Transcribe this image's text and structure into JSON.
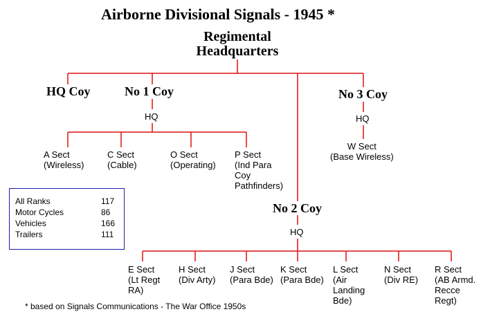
{
  "title": "Airborne Divisional Signals - 1945 *",
  "root": {
    "label": "Regimental\nHeadquarters"
  },
  "hq_coy": {
    "label": "HQ Coy"
  },
  "no1": {
    "label": "No 1 Coy",
    "hq": "HQ",
    "sections": [
      {
        "label": "A Sect\n(Wireless)"
      },
      {
        "label": "C Sect\n(Cable)"
      },
      {
        "label": "O Sect\n(Operating)"
      },
      {
        "label": "P Sect\n(Ind Para\nCoy\nPathfinders)"
      }
    ]
  },
  "no3": {
    "label": "No 3 Coy",
    "hq": "HQ",
    "sections": [
      {
        "label": "W Sect\n(Base Wireless)"
      }
    ]
  },
  "no2": {
    "label": "No 2 Coy",
    "hq": "HQ",
    "sections": [
      {
        "label": "E Sect\n(Lt Regt\nRA)"
      },
      {
        "label": "H Sect\n(Div Arty)"
      },
      {
        "label": "J Sect\n(Para Bde)"
      },
      {
        "label": "K Sect\n(Para Bde)"
      },
      {
        "label": "L Sect\n(Air\nLanding\nBde)"
      },
      {
        "label": "N Sect\n(Div RE)"
      },
      {
        "label": "R Sect\n(AB Armd.\nRecce\nRegt)"
      }
    ]
  },
  "stats": {
    "rows": [
      {
        "label": "All Ranks",
        "value": "117"
      },
      {
        "label": "Motor Cycles",
        "value": "86"
      },
      {
        "label": "Vehicles",
        "value": "166"
      },
      {
        "label": "Trailers",
        "value": "111"
      }
    ]
  },
  "footnote": "* based on  Signals Communications - The War Office 1950s",
  "colors": {
    "connector": "#dd1111",
    "stats_border": "#1a1aa8"
  }
}
